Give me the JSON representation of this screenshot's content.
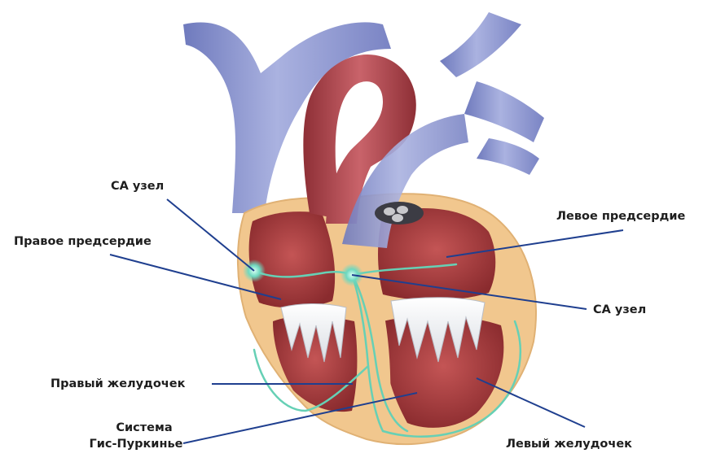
{
  "labels": {
    "sa_node_upper": "СА узел",
    "right_atrium": "Правое предсердие",
    "left_atrium": "Левое предсердие",
    "sa_node_lower": "СА узел",
    "right_ventricle": "Правый желудочек",
    "his_purkinje_line1": "Система",
    "his_purkinje_line2": "Гис-Пуркинье",
    "left_ventricle": "Левый желудочек"
  },
  "colors": {
    "leader_line": "#1f3f8f",
    "vessel_blue": "#8f98cf",
    "aorta_red": "#b8494f",
    "chamber_red": "#a63a3a",
    "wall_tan": "#f1c78e",
    "conduction_green": "#66d0b5"
  }
}
